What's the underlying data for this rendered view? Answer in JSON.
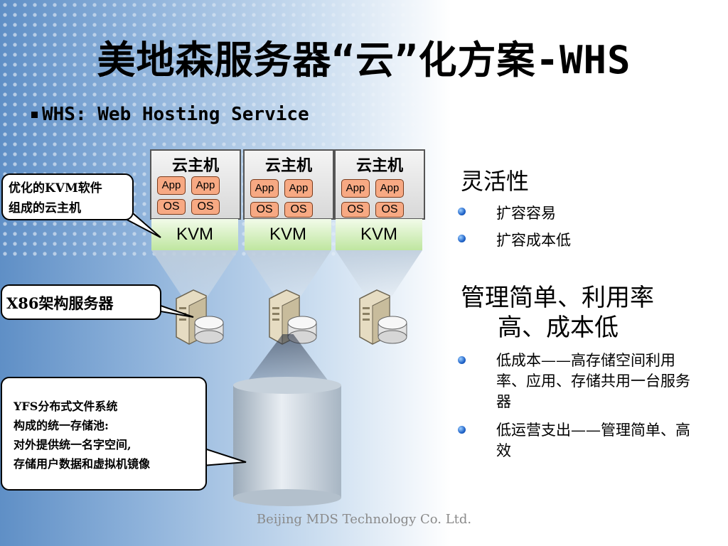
{
  "slide": {
    "title": "美地森服务器“云”化方案-WHS",
    "subtitle": "WHS: Web Hosting Service"
  },
  "hosts": [
    {
      "label": "云主机",
      "app": "App",
      "os": "OS",
      "kvm": "KVM"
    },
    {
      "label": "云主机",
      "app": "App",
      "os": "OS",
      "kvm": "KVM"
    },
    {
      "label": "云主机",
      "app": "App",
      "os": "OS",
      "kvm": "KVM"
    }
  ],
  "callouts": {
    "kvm_host": [
      "优化的KVM软件",
      "组成的云主机"
    ],
    "x86": "X86架构服务器",
    "yfs": [
      "YFS分布式文件系统",
      "构成的统一存储池:",
      "对外提供统一名字空间,",
      "存储用户数据和虚拟机镜像"
    ]
  },
  "features": {
    "flexibility": {
      "heading": "灵活性",
      "bullets": [
        "扩容容易",
        "扩容成本低"
      ]
    },
    "management": {
      "heading_line1": "管理简单、利用率",
      "heading_line2": "高、成本低",
      "bullets": [
        "低成本——高存储空间利用率、应用、存储共用一台服务器",
        "低运营支出——管理简单、高效"
      ]
    }
  },
  "footer": "Beijing MDS Technology Co. Ltd.",
  "colors": {
    "chip_fill": "#f7a983",
    "kvm_fill": "#bfe6a0",
    "bullet_dot": "#1f63c9",
    "background_left": "#5f8fc6"
  }
}
